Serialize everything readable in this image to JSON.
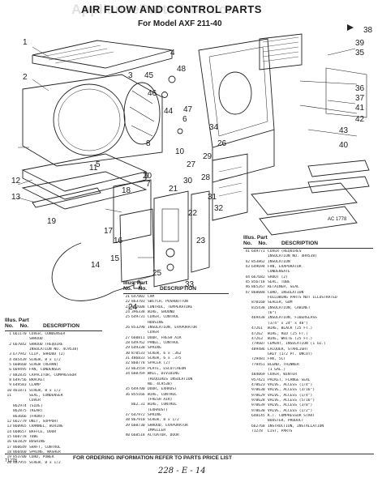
{
  "page": {
    "title": "AIR FLOW AND CONTROL PARTS",
    "subtitle": "For Model AXF 211-40",
    "watermark": "AppliancePartsPros.com"
  },
  "diagram": {
    "callouts": [
      "1",
      "2",
      "3",
      "4",
      "5",
      "6",
      "7",
      "8",
      "9",
      "10",
      "11",
      "12",
      "13",
      "14",
      "15",
      "16",
      "17",
      "18",
      "19",
      "20",
      "21",
      "22",
      "23",
      "24",
      "25",
      "26",
      "27",
      "28",
      "29",
      "30",
      "31",
      "32",
      "33",
      "34",
      "35",
      "36",
      "37",
      "38",
      "39",
      "40",
      "41",
      "42",
      "43",
      "44",
      "45",
      "46",
      "47",
      "48"
    ],
    "ac_code": "AC 1778"
  },
  "table_left": {
    "head_illus": "Illus.",
    "head_no": "No.",
    "head_part": "Part",
    "head_desc": "DESCRIPTION",
    "rows": [
      [
        "1",
        "661170",
        "COVER, CONDENSER"
      ],
      [
        "",
        "",
        "SHROUD"
      ],
      [
        "2",
        "667042",
        "SHROUD (REQUIRE"
      ],
      [
        "",
        "",
        "INSULATION NO. 4C9538)"
      ],
      [
        "3",
        "677942",
        "CLIP, SHROUD (2)"
      ],
      [
        "4",
        "485439",
        "SCREW, 8 x 1/2"
      ],
      [
        "5",
        "660660",
        "SCREW (REHAN)"
      ],
      [
        "6",
        "669495",
        "FAN, CONDENSER"
      ],
      [
        "7",
        "882835",
        "CAPACITOR, COMPRESSOR"
      ],
      [
        "8",
        "649756",
        "BRACKET"
      ],
      [
        "9",
        "649583",
        "CLAMP"
      ],
      [
        "10",
        "461871",
        "SCREW, 8 x 1/2"
      ],
      [
        "11",
        "",
        "SEAL, CONDENSER"
      ],
      [
        "",
        "",
        "COVER"
      ],
      [
        "",
        "862974",
        "(SIDE)"
      ],
      [
        "",
        "862875",
        "(REAR)"
      ],
      [
        "",
        "863666",
        "(FRONT)"
      ],
      [
        "12",
        "662779",
        "UNIT, SUPPORT"
      ],
      [
        "13",
        "860965",
        "CHANNEL, WIRING"
      ],
      [
        "14",
        "660657",
        "BAFFLE, DOOR"
      ],
      [
        "15",
        "660778",
        "TUBE"
      ],
      [
        "16",
        "661829",
        "BUSHING"
      ],
      [
        "17",
        "860649",
        "SHAFT, CONTROL"
      ],
      [
        "18",
        "860460",
        "SPRING, WASHER"
      ],
      [
        "19",
        "853700",
        "CORD, POWER"
      ],
      [
        "20",
        "487955",
        "SCREW, 8 x 1/2"
      ]
    ]
  },
  "table_mid": {
    "head_illus": "Illus.",
    "head_no": "No.",
    "head_part": "Part",
    "head_desc": "DESCRIPTION",
    "rows": [
      [
        "21",
        "647802",
        "CAM"
      ],
      [
        "22",
        "863703",
        "SWITCH, PUSHBUTTON"
      ],
      [
        "23",
        "852608",
        "CONTROL, TEMPERATURE"
      ],
      [
        "24",
        "396338",
        "WIRE, GROUND"
      ],
      [
        "25",
        "649731",
        "COVER, CONTROL"
      ],
      [
        "",
        "",
        "HOUSING"
      ],
      [
        "26",
        "853290",
        "INSULATION, EVAPORATOR"
      ],
      [
        "",
        "",
        "COVER"
      ],
      [
        "27",
        "660811",
        "DOOR, FRESH AIR"
      ],
      [
        "28",
        "649762",
        "PANEL, CONTROL"
      ],
      [
        "29",
        "649338",
        "SPRING"
      ],
      [
        "30",
        "878533",
        "SCREW, 6 x .362"
      ],
      [
        "31",
        "486833",
        "SCREW, 6 x .375"
      ],
      [
        "32",
        "860778",
        "SPACER (2)"
      ],
      [
        "33",
        "863559",
        "PLATE, ESCUTCHEON"
      ],
      [
        "34",
        "660769",
        "WALL, DIVIDING"
      ],
      [
        "",
        "",
        "(REQUIRES INSULATION"
      ],
      [
        "",
        "",
        "NO. 4C9538)"
      ],
      [
        "35",
        "649700",
        "DOOR, EXHAUST"
      ],
      [
        "36",
        "855166",
        "WIRE, CONTROL"
      ],
      [
        "",
        "",
        "(FRESH AIR)"
      ],
      [
        "",
        "862.31",
        "WIRE, CONTROL"
      ],
      [
        "",
        "",
        "(EXHAUST)"
      ],
      [
        "37",
        "647972",
        "SPRING"
      ],
      [
        "38",
        "867910",
        "SCREW, 8 x 1/2"
      ],
      [
        "39",
        "660730",
        "SHROUD, EVAPORATOR"
      ],
      [
        "",
        "",
        "IMPELLER"
      ],
      [
        "40",
        "668518",
        "ACTUATOR, DOOR"
      ]
    ]
  },
  "table_right": {
    "head_illus": "Illus.",
    "head_no": "No.",
    "head_part": "Part",
    "head_desc": "DESCRIPTION",
    "rows": [
      [
        "41",
        "649771",
        "COVER (REQUIRES"
      ],
      [
        "",
        "",
        "INSULATION NO. 4H9538)"
      ],
      [
        "42",
        "853862",
        "INSULATION"
      ],
      [
        "43",
        "649694",
        "FAN, EVAPORATOR"
      ],
      [
        "",
        "",
        "CONDENSATE"
      ],
      [
        "44",
        "667682",
        "SHOOT (2)"
      ],
      [
        "45",
        "856718",
        "SEAL, TUBE"
      ],
      [
        "46",
        "865267",
        "RETAINER, SEAL"
      ],
      [
        "47",
        "868088",
        "CORD, INSULATION"
      ],
      [
        "",
        "",
        "FOLLOWING PARTS NOT ILLUSTRATED"
      ],
      [
        "",
        "870160",
        "SEALER, GUM"
      ],
      [
        "",
        "815438",
        "INSULATION, CABINET"
      ],
      [
        "",
        "",
        "(6\")"
      ],
      [
        "",
        "469438",
        "INSULATION, FIBERGLASS"
      ],
      [
        "",
        "",
        "(3/4\" x 24\" x 48\")"
      ],
      [
        "",
        "47261",
        "WIRE, BLACK (25 FT.)"
      ],
      [
        "",
        "47262",
        "WIRE, RED (25 FT.)"
      ],
      [
        "",
        "47263",
        "WIRE, WHITE (25 FT.)"
      ],
      [
        "",
        "779607",
        "CEMENT, INSULATION (1 OZ.)"
      ],
      [
        "",
        "489486",
        "LACQUER, STARLIGHT"
      ],
      [
        "",
        "",
        "GREY (1/2 PT. UNCUT)"
      ],
      [
        "",
        "729481",
        "FAK, 5CT"
      ],
      [
        "",
        "779451",
        "BLEND, THINNER"
      ],
      [
        "",
        "",
        "(1 GAL.)"
      ],
      [
        "",
        "484069",
        "COVER, WINTER"
      ],
      [
        "",
        "957421",
        "PACKET, FLANGE SEAL"
      ],
      [
        "",
        "478623",
        "VALVE, ACCESS (1/4\")"
      ],
      [
        "",
        "978630",
        "VALVE, ACCESS (3/16\")"
      ],
      [
        "",
        "978629",
        "VALVE, ACCESS (1/4\")"
      ],
      [
        "",
        "978628",
        "VALVE, ACCESS (5/16\")"
      ],
      [
        "",
        "978639",
        "VALVE, ACCESS (3/8\")"
      ],
      [
        "",
        "978630",
        "VALVE, ACCESS (1/2\")"
      ],
      [
        "",
        "648145",
        "K.T. COMPRESSOR START"
      ],
      [
        "",
        "",
        "BOOSTER, PRODUCT"
      ],
      [
        "",
        "662768",
        "INSTRUCTION, INSTALLATION"
      ],
      [
        "",
        "71278",
        "LIST, PARTS"
      ]
    ]
  },
  "footer": {
    "ordering": "FOR ORDERING INFORMATION REFER TO PARTS PRICE LIST",
    "doc_number": "71278",
    "handwritten": "228 - E - 14"
  }
}
